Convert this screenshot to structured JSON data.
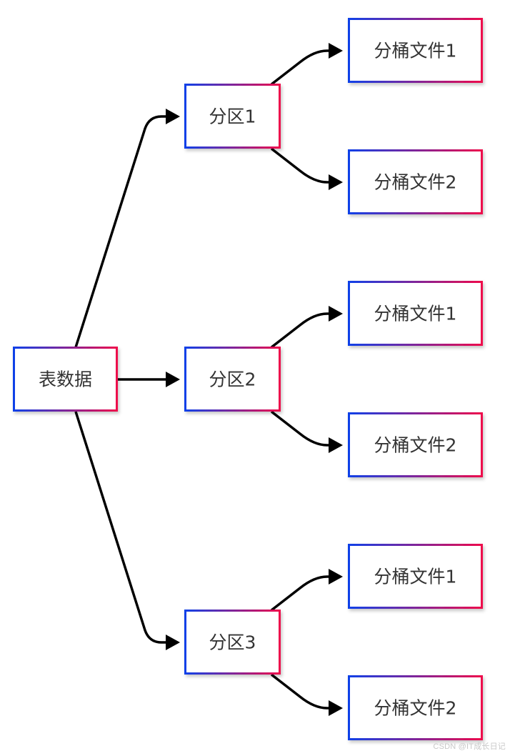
{
  "diagram": {
    "root": {
      "label": "表数据"
    },
    "partitions": [
      {
        "label": "分区1",
        "buckets": [
          "分桶文件1",
          "分桶文件2"
        ]
      },
      {
        "label": "分区2",
        "buckets": [
          "分桶文件1",
          "分桶文件2"
        ]
      },
      {
        "label": "分区3",
        "buckets": [
          "分桶文件1",
          "分桶文件2"
        ]
      }
    ]
  },
  "style": {
    "gradient_start": "#1040e8",
    "gradient_end": "#ee0a4c",
    "edge_color": "#000000",
    "text_color": "#333333"
  },
  "watermark": "CSDN @IT成长日记"
}
